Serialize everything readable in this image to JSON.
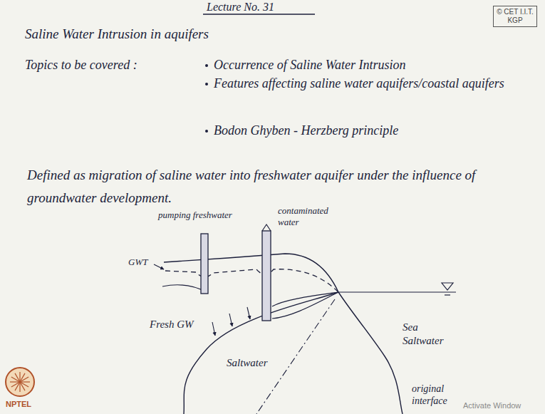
{
  "diagram": {
    "title": "Lecture No. 31",
    "nodes": [
      {
        "text": [
          "© CET I.I.T. KGP"
        ]
      }
    ],
    "labels": [
      "Saline Water Intrusion in aquifers",
      "Topics to be covered :",
      "Occurrence of Saline Water Intrusion",
      "Features affecting saline water aquifers/coastal aquifers",
      "Bodon Ghyben - Herzberg principle",
      "Defined as migration of saline water into freshwater aquifer under the influence of groundwater development.",
      "pumping freshwater",
      "contaminated water",
      "GWT",
      "Fresh GW",
      "Saltwater",
      "Sea Saltwater",
      "original interface",
      "NPTEL",
      "Activate Window"
    ]
  }
}
